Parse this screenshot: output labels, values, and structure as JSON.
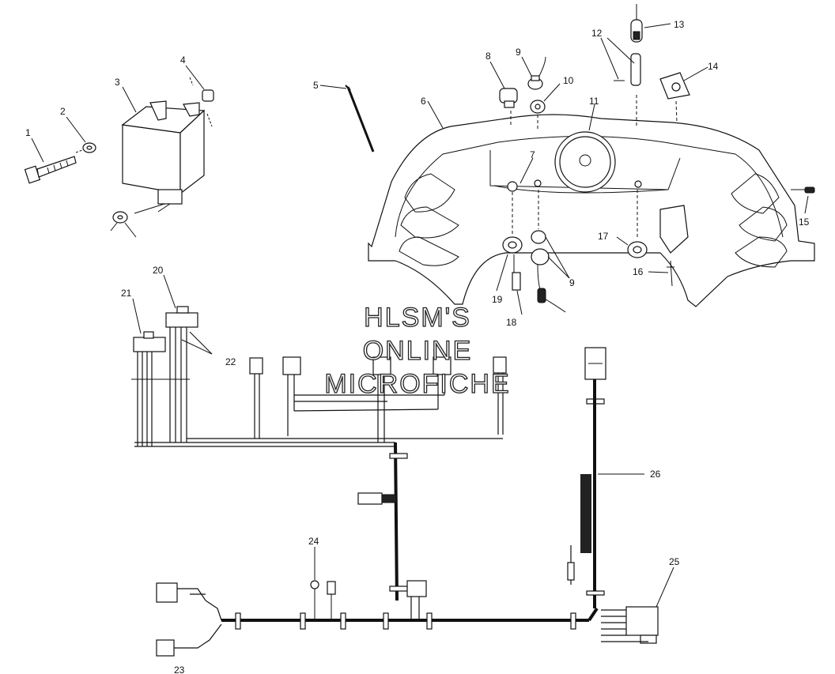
{
  "watermark": {
    "line1": "HLSM'S",
    "line2": "ONLINE",
    "line3": "MICROFICHE"
  },
  "callouts": [
    {
      "id": "c1",
      "text": "1"
    },
    {
      "id": "c2",
      "text": "2"
    },
    {
      "id": "c3",
      "text": "3"
    },
    {
      "id": "c4",
      "text": "4"
    },
    {
      "id": "c5",
      "text": "5"
    },
    {
      "id": "c6",
      "text": "6"
    },
    {
      "id": "c7",
      "text": "7"
    },
    {
      "id": "c8",
      "text": "8"
    },
    {
      "id": "c9a",
      "text": "9"
    },
    {
      "id": "c10",
      "text": "10"
    },
    {
      "id": "c11",
      "text": "11"
    },
    {
      "id": "c12",
      "text": "12"
    },
    {
      "id": "c13",
      "text": "13"
    },
    {
      "id": "c14",
      "text": "14"
    },
    {
      "id": "c15",
      "text": "15"
    },
    {
      "id": "c16",
      "text": "16"
    },
    {
      "id": "c17",
      "text": "17"
    },
    {
      "id": "c18",
      "text": "18"
    },
    {
      "id": "c19",
      "text": "19"
    },
    {
      "id": "c9b",
      "text": "9"
    },
    {
      "id": "c20",
      "text": "20"
    },
    {
      "id": "c21",
      "text": "21"
    },
    {
      "id": "c22",
      "text": "22"
    },
    {
      "id": "c24",
      "text": "24"
    },
    {
      "id": "c25",
      "text": "25"
    },
    {
      "id": "c26",
      "text": "26"
    },
    {
      "id": "c23",
      "text": "23"
    }
  ]
}
